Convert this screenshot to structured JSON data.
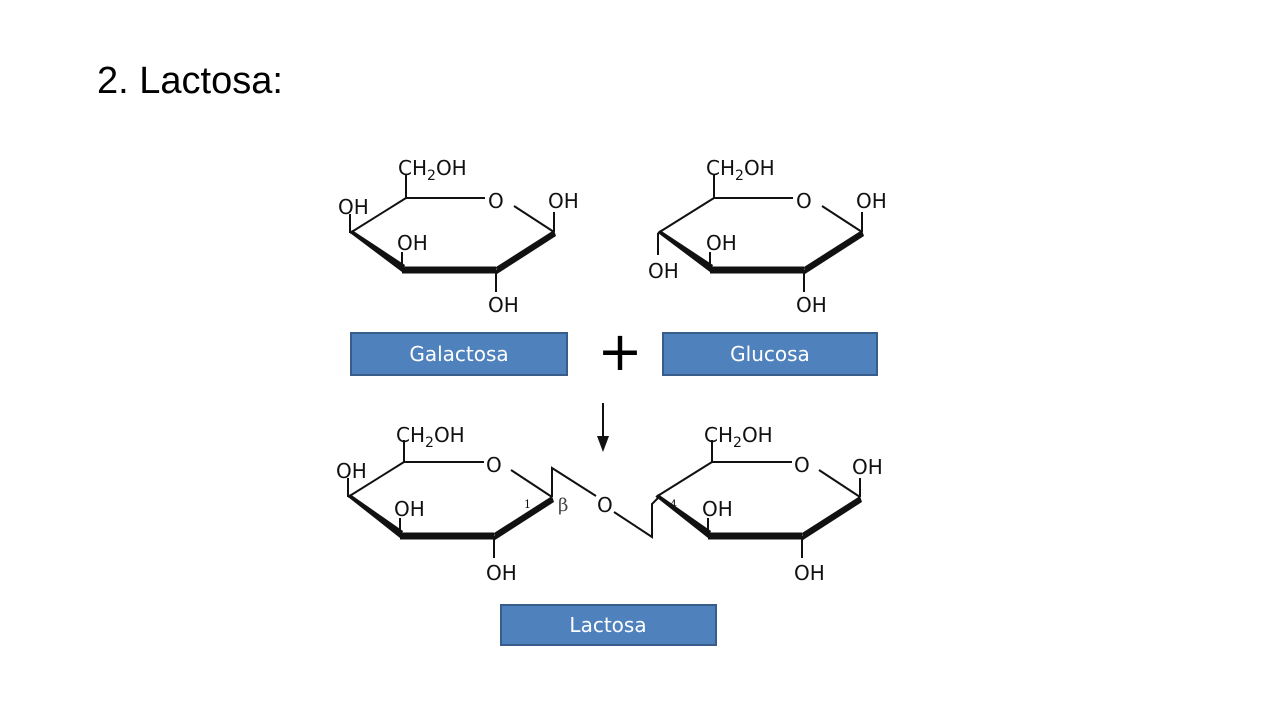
{
  "title": "2. Lactosa:",
  "labels": {
    "galactose_box": "Galactosa",
    "glucose_box": "Glucosa",
    "lactose_box": "Lactosa",
    "plus": "+"
  },
  "chem": {
    "ch2oh_main": "CH",
    "ch2oh_sub": "2",
    "ch2oh_tail": "OH",
    "oh": "OH",
    "ring_o": "O",
    "bridge_o": "O",
    "beta": "β",
    "carbon_1": "1",
    "carbon_4": "4"
  }
}
